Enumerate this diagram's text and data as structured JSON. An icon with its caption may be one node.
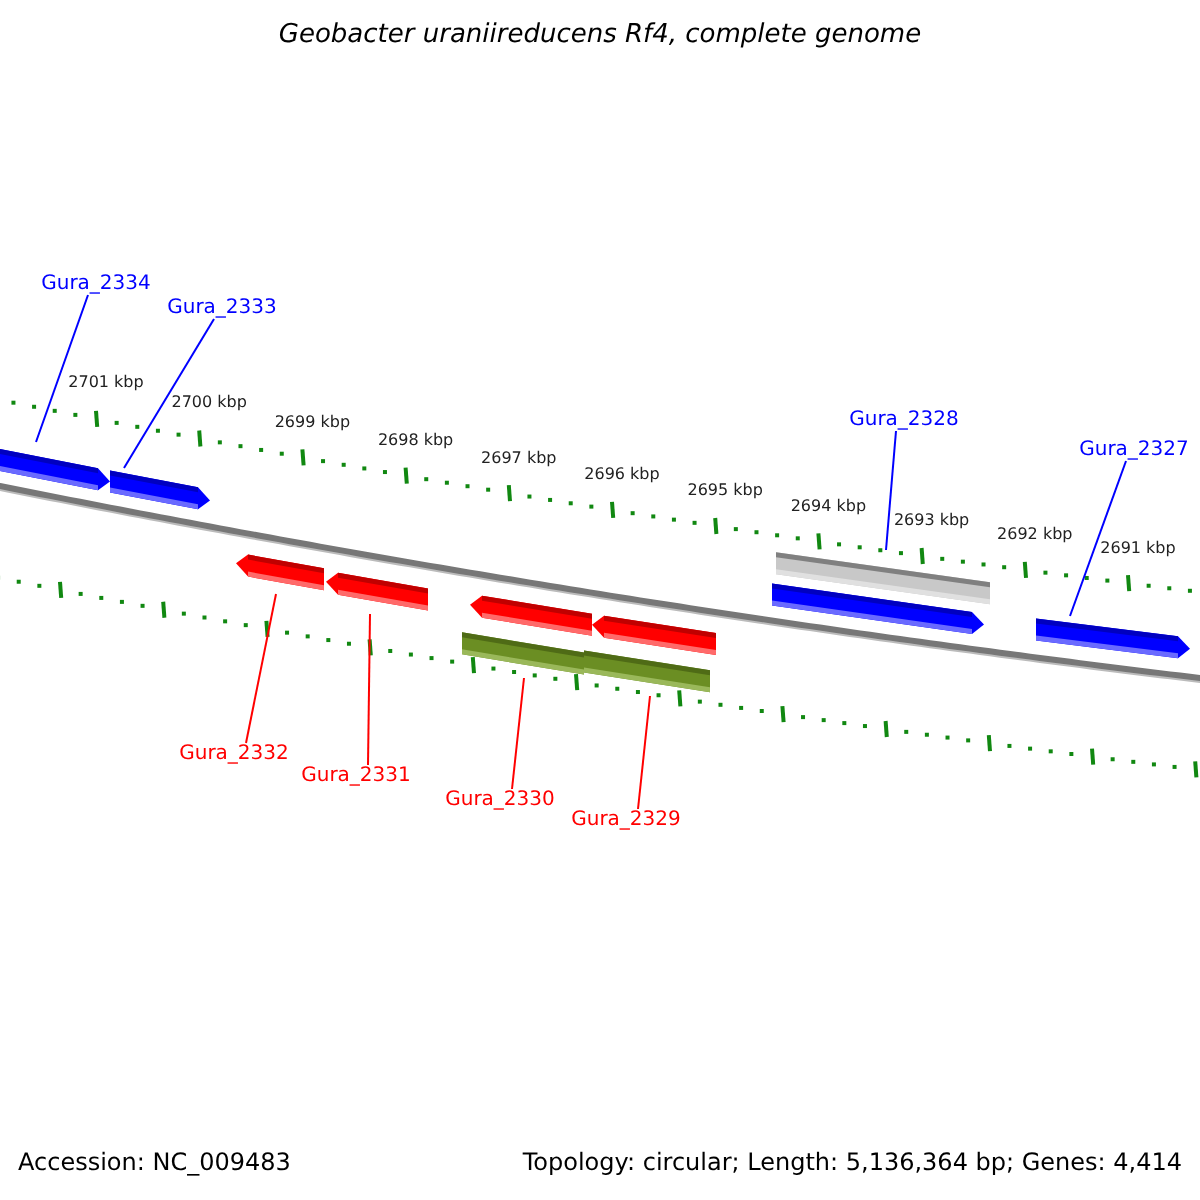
{
  "diagram": {
    "title": "Geobacter uraniireducens Rf4, complete genome",
    "nodes": [
      {
        "text": [
          "Gura_2334"
        ]
      },
      {
        "text": [
          "Gura_2333"
        ]
      },
      {
        "text": [
          "Gura_2328"
        ]
      },
      {
        "text": [
          "Gura_2327"
        ]
      },
      {
        "text": [
          "Gura_2332"
        ]
      },
      {
        "text": [
          "Gura_2331"
        ]
      },
      {
        "text": [
          "Gura_2330"
        ]
      },
      {
        "text": [
          "Gura_2329"
        ]
      },
      {
        "text": [],
        "shape": "arrow"
      },
      {
        "text": [],
        "shape": "arrow"
      },
      {
        "text": [],
        "shape": "arrow"
      },
      {
        "text": [],
        "shape": "arrow"
      },
      {
        "text": [],
        "shape": "arrow"
      },
      {
        "text": [],
        "shape": "arrow"
      },
      {
        "text": [],
        "shape": "bar"
      },
      {
        "text": [],
        "shape": "bar"
      },
      {
        "text": [],
        "shape": "bar"
      },
      {
        "text": [],
        "shape": "arrow"
      },
      {
        "text": [],
        "shape": "arrow"
      }
    ],
    "edges": [
      {
        "from": 0,
        "to": 8,
        "arrow": "none",
        "color": "#0000ff"
      },
      {
        "from": 1,
        "to": 9,
        "arrow": "none",
        "color": "#0000ff"
      },
      {
        "from": 2,
        "to": 16,
        "arrow": "none",
        "color": "#0000ff"
      },
      {
        "from": 3,
        "to": 18,
        "arrow": "none",
        "color": "#0000ff"
      },
      {
        "from": 4,
        "to": 10,
        "arrow": "none",
        "color": "#ff0000"
      },
      {
        "from": 5,
        "to": 11,
        "arrow": "none",
        "color": "#ff0000"
      },
      {
        "from": 6,
        "to": 14,
        "arrow": "none",
        "color": "#ff0000"
      },
      {
        "from": 7,
        "to": 15,
        "arrow": "none",
        "color": "#ff0000"
      }
    ],
    "labels": [
      "2701 kbp",
      "2700 kbp",
      "2699 kbp",
      "2698 kbp",
      "2697 kbp",
      "2696 kbp",
      "2695 kbp",
      "2694 kbp",
      "2693 kbp",
      "2692 kbp",
      "2691 kbp",
      "Accession: NC_009483",
      "Topology: circular; Length: 5,136,364 bp; Genes: 4,414"
    ]
  }
}
